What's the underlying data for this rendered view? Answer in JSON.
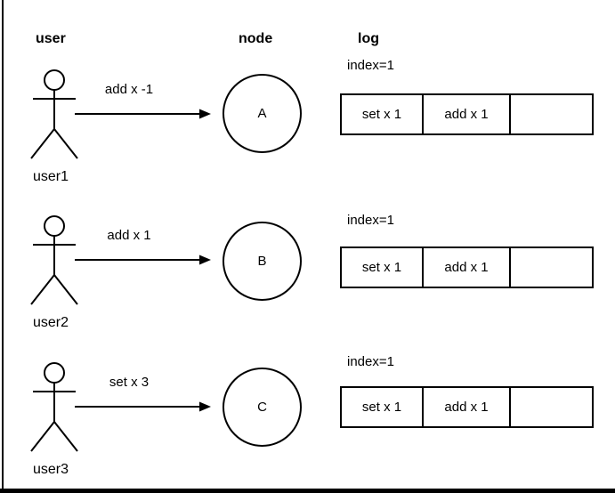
{
  "diagram": {
    "headers": {
      "user": "user",
      "node": "node",
      "log": "log"
    },
    "rows": [
      {
        "user_label": "user1",
        "message": "add x -1",
        "node_label": "A",
        "log_index": "index=1",
        "log_cells": [
          "set x 1",
          "add x 1",
          ""
        ]
      },
      {
        "user_label": "user2",
        "message": "add x 1",
        "node_label": "B",
        "log_index": "index=1",
        "log_cells": [
          "set x 1",
          "add x 1",
          ""
        ]
      },
      {
        "user_label": "user3",
        "message": "set x 3",
        "node_label": "C",
        "log_index": "index=1",
        "log_cells": [
          "set x 1",
          "add x 1",
          ""
        ]
      }
    ],
    "colors": {
      "stroke": "#000000",
      "text": "#000000",
      "background": "#ffffff"
    }
  }
}
